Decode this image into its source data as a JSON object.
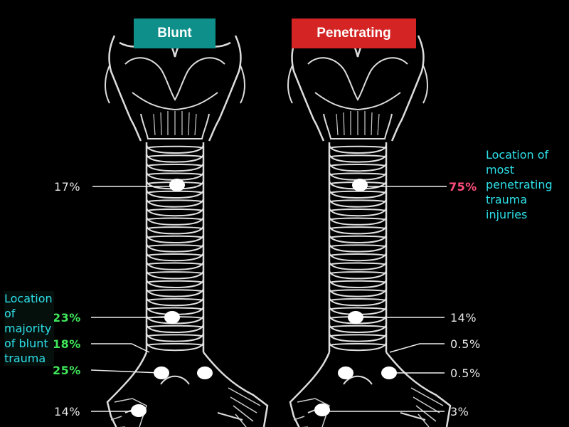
{
  "headers": {
    "blunt": "Blunt",
    "penetrating": "Penetrating"
  },
  "colors": {
    "blunt_header": "#0f8f8a",
    "penetrating_header": "#d42424",
    "highlight_green": "#3fe65a",
    "highlight_pink": "#ff4d7a",
    "note_cyan": "#2ee0e8"
  },
  "blunt": {
    "upper_trachea": "17%",
    "distal_trachea": "23%",
    "carina": "18%",
    "right_main_bronchus": "25%",
    "right_lower_bronchus": "14%"
  },
  "penetrating": {
    "upper_trachea": "75%",
    "distal_trachea": "14%",
    "carina": "0.5%",
    "left_main_bronchus": "0.5%",
    "right_lower_bronchus": "3%"
  },
  "notes": {
    "blunt": "Location\nof\nmajority\nof blunt\ntrauma",
    "penetrating": "Location of\nmost\npenetrating\ntrauma\ninjuries"
  }
}
